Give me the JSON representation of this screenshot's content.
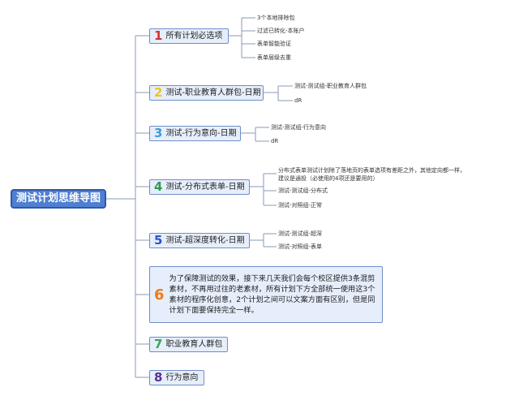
{
  "root": {
    "label": "测试计划思维导图"
  },
  "branches": [
    {
      "num": "1",
      "num_color": "#d6322b",
      "label": "所有计划必选项",
      "children": [
        "3个本地排除包",
        "过滤已转化-本账户",
        "表单智能验证",
        "表单层级去重"
      ]
    },
    {
      "num": "2",
      "num_color": "#f2c21b",
      "label": "测试-职业教育人群包-日期",
      "children": [
        "测试-测试组-职业教育人群包",
        "dR"
      ]
    },
    {
      "num": "3",
      "num_color": "#3d9bd9",
      "label": "测试-行为意向-日期",
      "children": [
        "测试-测试组-行为意向",
        "dR"
      ]
    },
    {
      "num": "4",
      "num_color": "#2e9b4a",
      "label": "测试-分布式表单-日期",
      "children": [
        "分布式表单测试计划除了落地页的表单选项有差距之外，其他定向都一样，建议是通投（必使用的4项还是要用的）",
        "测试-测试组-分布式",
        "测试-对照组-正常"
      ]
    },
    {
      "num": "5",
      "num_color": "#2b55c4",
      "label": "测试-超深度转化-日期",
      "children": [
        "测试-测试组-超深",
        "测试-对照组-表单"
      ]
    },
    {
      "num": "6",
      "num_color": "#ef7a1a",
      "label": "为了保障测试的效果，接下来几天我们会每个校区提供3条混剪素材，不再用过往的老素材，所有计划下方全部统一使用这3个素材的程序化创意，2个计划之间可以文案方面有区别，但是同计划下面要保持完全一样。",
      "children": []
    },
    {
      "num": "7",
      "num_color": "#3ea35a",
      "label": "职业教育人群包",
      "children": []
    },
    {
      "num": "8",
      "num_color": "#5a2e91",
      "label": "行为意向",
      "children": []
    }
  ],
  "colors": {
    "root_fill": "#4f7fd2",
    "node_fill": "#e6eefb",
    "node_border": "#6f8fc7",
    "line": "#8a9ab8"
  }
}
